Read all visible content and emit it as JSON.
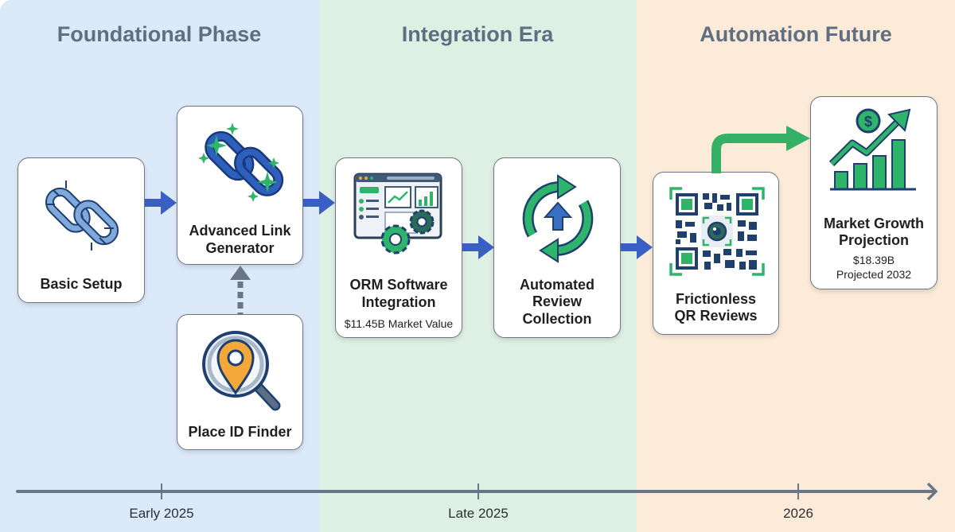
{
  "phases": [
    {
      "title": "Foundational Phase",
      "color": "#dce9f9"
    },
    {
      "title": "Integration Era",
      "color": "#deefe3"
    },
    {
      "title": "Automation Future",
      "color": "#fdebd9"
    }
  ],
  "cards": {
    "basic_setup": {
      "label": "Basic Setup",
      "icon": "broken-chain-link-icon"
    },
    "advanced_link": {
      "label_line1": "Advanced Link",
      "label_line2": "Generator",
      "icon": "sparkle-chain-link-icon"
    },
    "place_id": {
      "label": "Place ID Finder",
      "icon": "magnifier-location-pin-icon"
    },
    "orm": {
      "label_line1": "ORM Software",
      "label_line2": "Integration",
      "sub": "$11.45B Market Value",
      "icon": "dashboard-gears-icon"
    },
    "automated": {
      "label_line1": "Automated",
      "label_line2": "Review",
      "label_line3": "Collection",
      "icon": "refresh-cycle-arrow-icon"
    },
    "qr": {
      "label_line1": "Frictionless",
      "label_line2": "QR Reviews",
      "icon": "qr-code-camera-icon"
    },
    "market": {
      "label_line1": "Market Growth",
      "label_line2": "Projection",
      "sub_line1": "$18.39B",
      "sub_line2": "Projected 2032",
      "icon": "growth-chart-dollar-icon"
    }
  },
  "timeline": {
    "ticks": [
      "Early 2025",
      "Late 2025",
      "2026"
    ]
  },
  "colors": {
    "flow_arrow": "#3a5fc4",
    "growth_arrow": "#36b066",
    "dependency_arrow": "#6b7685",
    "axis": "#6b7685"
  }
}
